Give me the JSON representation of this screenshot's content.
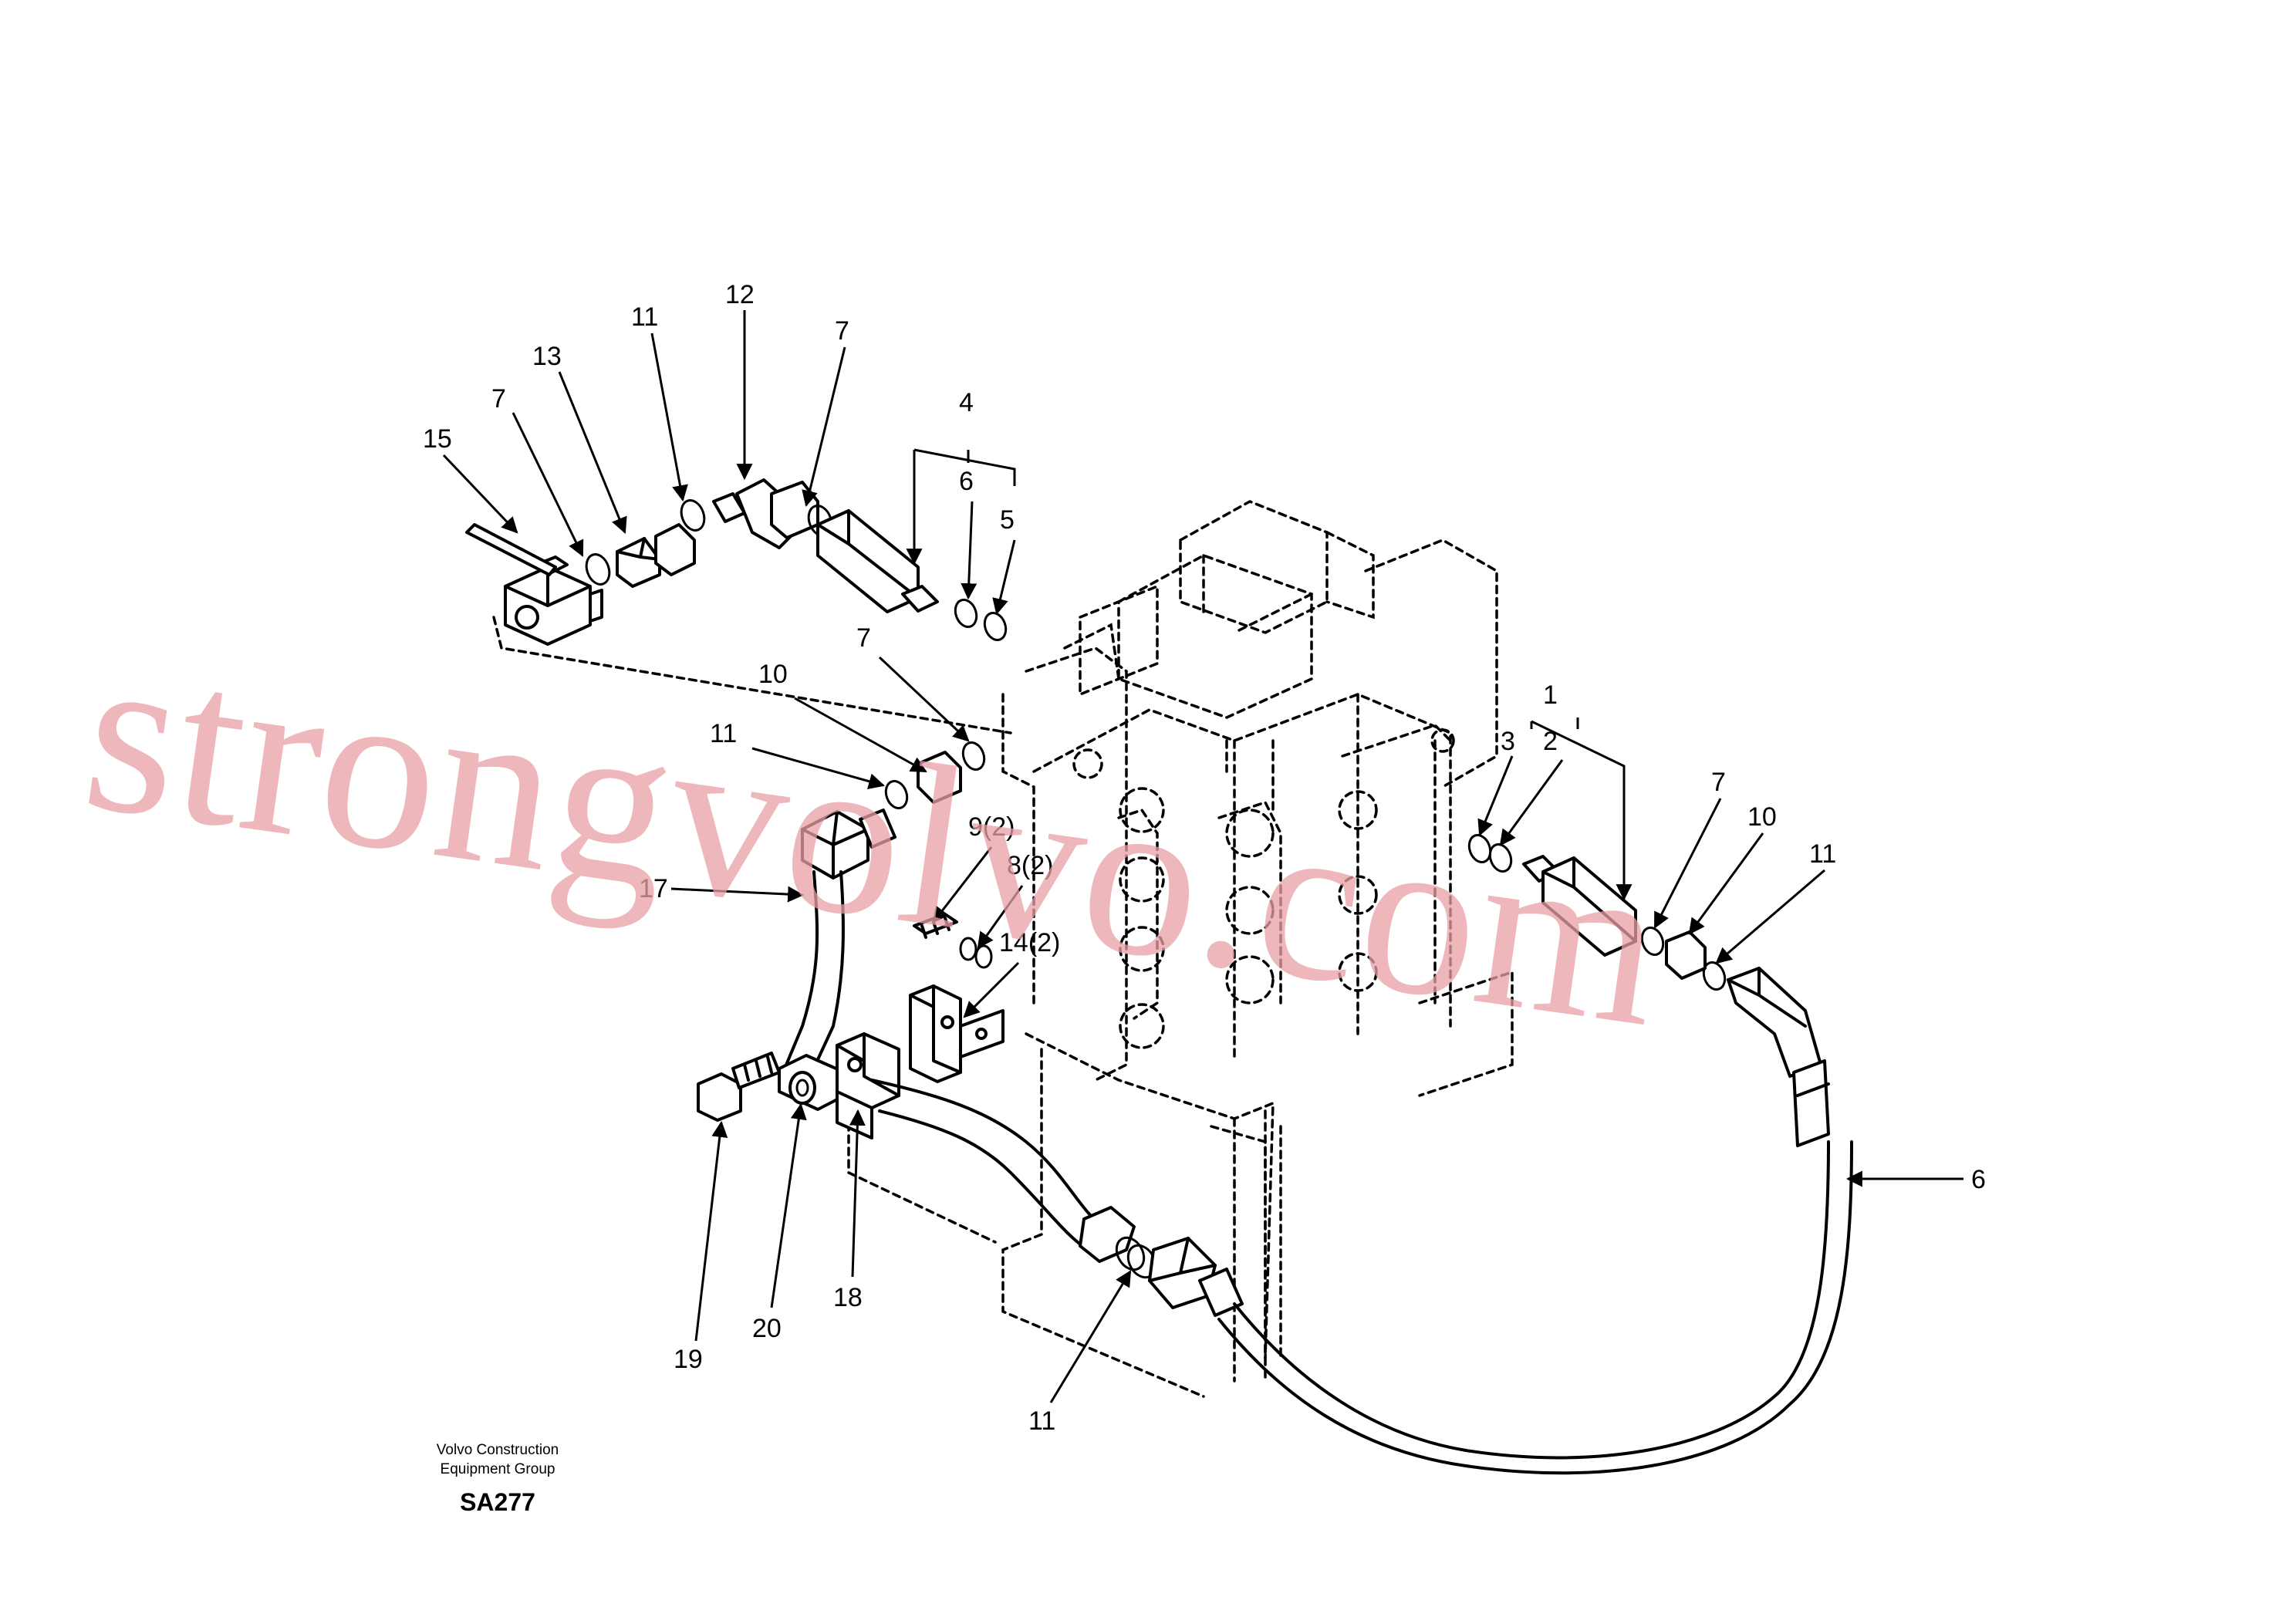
{
  "watermark": "strongvolvo.com",
  "footer": {
    "line1": "Volvo Construction",
    "line2": "Equipment Group",
    "code": "SA277"
  },
  "callouts": [
    "15",
    "7",
    "13",
    "11",
    "12",
    "7",
    "4",
    "6",
    "5",
    "7",
    "10",
    "11",
    "17",
    "9(2)",
    "8(2)",
    "14(2)",
    "1",
    "3",
    "2",
    "7",
    "10",
    "11",
    "6",
    "19",
    "20",
    "18",
    "11"
  ]
}
